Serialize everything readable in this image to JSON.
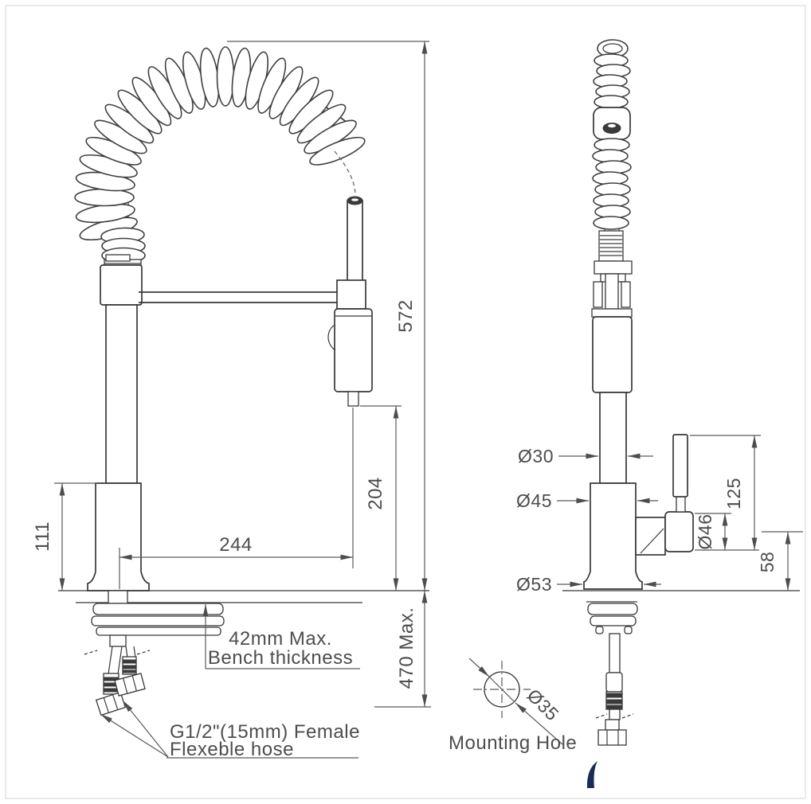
{
  "drawing": {
    "left_view": {
      "overall_height": "572",
      "outlet_height": "204",
      "reach": "244",
      "body_height": "111",
      "below_bench": "470 Max.",
      "bench_note_1": "42mm Max.",
      "bench_note_2": "Bench thickness",
      "hose_note_1": "G1/2\"(15mm) Female",
      "hose_note_2": "Flexeble hose"
    },
    "front_view": {
      "spout_dia": "Ø30",
      "body_dia": "Ø45",
      "base_dia": "Ø53",
      "handle_dia": "Ø46",
      "handle_height": "125",
      "spout_base_height": "58"
    },
    "mounting_hole_detail": {
      "hole_dia": "Ø35",
      "label": "Mounting Hole"
    },
    "colors": {
      "line": "#383838",
      "dim_text": "#4d4d4d",
      "logo": "#1e2a56"
    }
  }
}
